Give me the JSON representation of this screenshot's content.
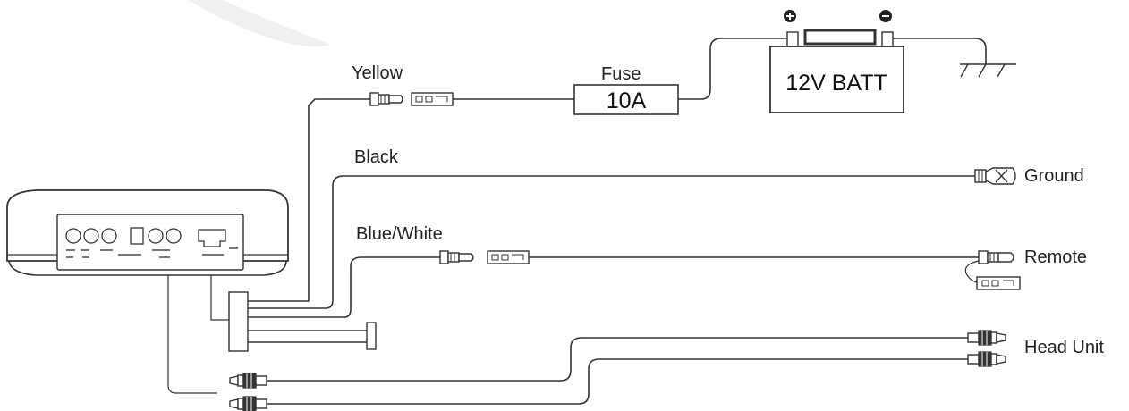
{
  "labels": {
    "yellow": "Yellow",
    "fuse": "Fuse",
    "fuse_rating": "10A",
    "battery": "12V BATT",
    "black": "Black",
    "ground": "Ground",
    "blue_white": "Blue/White",
    "remote": "Remote",
    "head_unit": "Head Unit"
  },
  "colors": {
    "line": "#333333",
    "watermark": "#f0f0f0"
  }
}
